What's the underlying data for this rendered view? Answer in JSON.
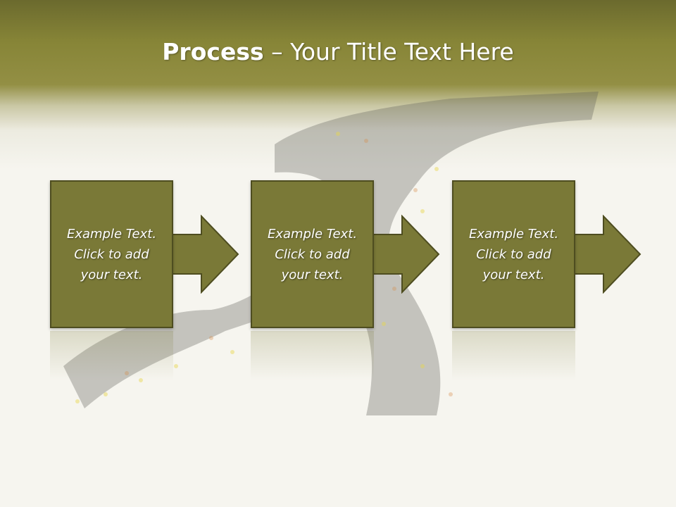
{
  "title": {
    "bold": "Process",
    "rest": " – Your Title Text Here"
  },
  "steps": [
    {
      "line1": "Example Text.",
      "line2": "Click  to add",
      "line3": "your text."
    },
    {
      "line1": "Example Text.",
      "line2": "Click  to add",
      "line3": "your text."
    },
    {
      "line1": "Example Text.",
      "line2": "Click  to add",
      "line3": "your text."
    }
  ],
  "colors": {
    "header": "#878537",
    "box": "#7a7937",
    "box_border": "#4e4d20",
    "text": "#ffffff",
    "background": "#f6f5ef"
  },
  "icons": [
    "right-arrow-icon"
  ]
}
